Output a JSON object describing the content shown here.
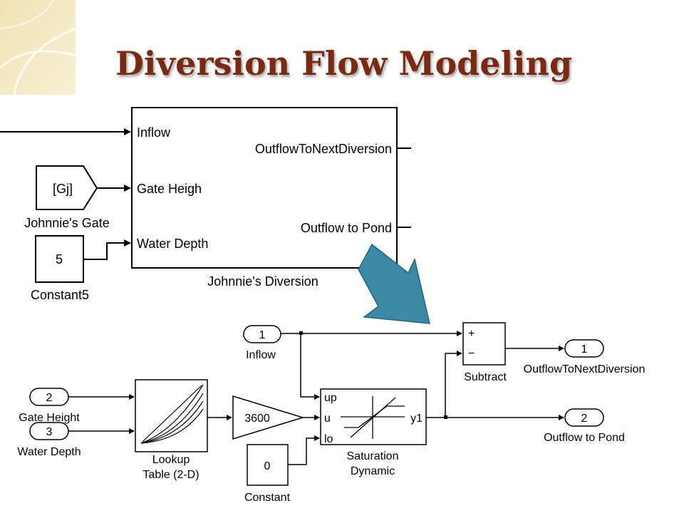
{
  "slide": {
    "title": "Diversion Flow Modeling"
  },
  "top_diagram": {
    "subsystem": {
      "name": "Johnnie's Diversion",
      "inputs": [
        "Inflow",
        "Gate Heigh",
        "Water Depth"
      ],
      "outputs": [
        "OutflowToNextDiversion",
        "Outflow to Pond"
      ]
    },
    "goto_tag": {
      "tag": "[Gj]",
      "name": "Johnnie's Gate"
    },
    "constant": {
      "value": "5",
      "name": "Constant5"
    }
  },
  "bottom_diagram": {
    "inports": [
      {
        "number": "1",
        "name": "Inflow"
      },
      {
        "number": "2",
        "name": "Gate Height"
      },
      {
        "number": "3",
        "name": "Water Depth"
      }
    ],
    "lookup": {
      "name_line1": "Lookup",
      "name_line2": "Table (2-D)"
    },
    "gain": {
      "value": "3600"
    },
    "constant": {
      "value": "0",
      "name": "Constant"
    },
    "saturation": {
      "ports": [
        "up",
        "u",
        "lo"
      ],
      "output_port": "y1",
      "name_line1": "Saturation",
      "name_line2": "Dynamic"
    },
    "subtract": {
      "signs": [
        "+",
        "−"
      ],
      "name": "Subtract"
    },
    "outports": [
      {
        "number": "1",
        "name": "OutflowToNextDiversion"
      },
      {
        "number": "2",
        "name": "Outflow to Pond"
      }
    ]
  },
  "colors": {
    "title": "#7a2a12",
    "arrow": "#3b8aa5",
    "corner_decoration": "#f3e7bf"
  }
}
